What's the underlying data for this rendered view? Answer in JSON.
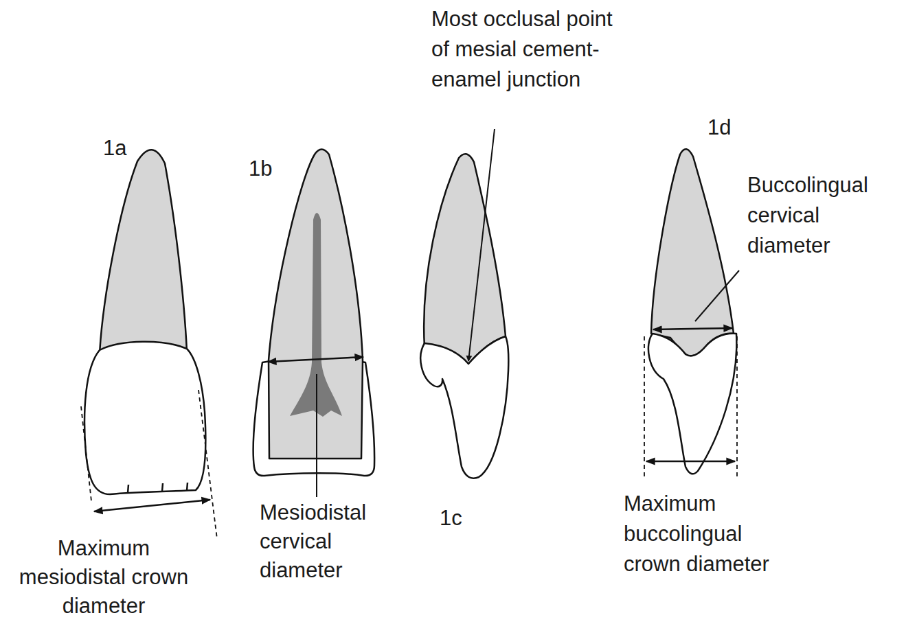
{
  "diagram": {
    "labels": [
      "1a",
      "1b",
      "1c",
      "1d",
      "Maximum mesiodistal crown diameter",
      "Mesiodistal cervical diameter",
      "Most occlusal point of mesial cement-enamel junction",
      "Buccolingual cervical diameter",
      "Maximum buccolingual crown diameter"
    ]
  }
}
